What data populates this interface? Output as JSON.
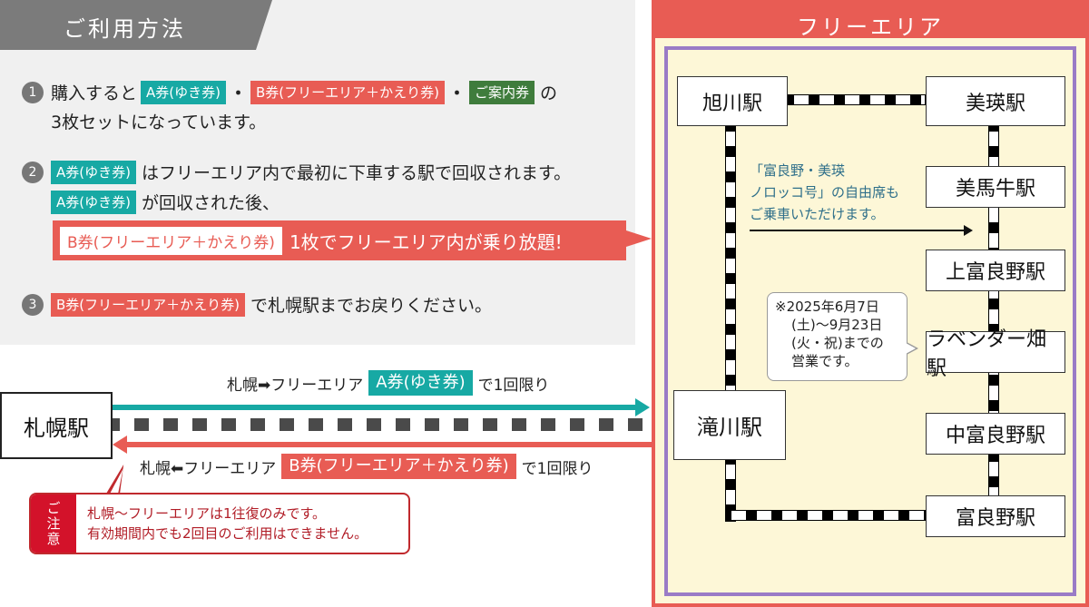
{
  "usage": {
    "title": "ご利用方法",
    "step1": {
      "num": "1",
      "prefix": "購入すると",
      "tag_a": "A券(ゆき券)",
      "sep1": "・",
      "tag_b": "B券(フリーエリア＋かえり券)",
      "sep2": "・",
      "tag_guide": "ご案内券",
      "suffix": "の",
      "line2": "3枚セットになっています。"
    },
    "step2": {
      "num": "2",
      "tag_a": "A券(ゆき券)",
      "text1": "はフリーエリア内で最初に下車する駅で回収されます。",
      "tag_a2": "A券(ゆき券)",
      "text2": "が回収された後、",
      "banner_tag": "B券(フリーエリア＋かえり券)",
      "banner_text": "1枚でフリーエリア内が乗り放題!"
    },
    "step3": {
      "num": "3",
      "tag_b": "B券(フリーエリア＋かえり券)",
      "text": "で札幌駅までお戻りください。"
    }
  },
  "route": {
    "sapporo_station": "札幌駅",
    "takikawa_station": "滝川駅",
    "outbound": {
      "prefix": "札幌➡フリーエリア",
      "tag": "A券(ゆき券)",
      "suffix": "で1回限り"
    },
    "return": {
      "prefix": "札幌⬅フリーエリア",
      "tag": "B券(フリーエリア＋かえり券)",
      "suffix": "で1回限り"
    },
    "caution": {
      "label": "ご注意",
      "line1": "札幌〜フリーエリアは1往復のみです。",
      "line2": "有効期間内でも2回目のご利用はできません。"
    }
  },
  "free_area": {
    "title": "フリーエリア",
    "stations": {
      "asahikawa": "旭川駅",
      "biei": "美瑛駅",
      "bibaushi": "美馬牛駅",
      "kamifurano": "上富良野駅",
      "lavender": "ラベンダー畑駅",
      "nakafurano": "中富良野駅",
      "furano": "富良野駅",
      "takikawa": "滝川駅"
    },
    "norokko_note": {
      "line1": "「富良野・美瑛",
      "line2": "ノロッコ号」の自由席も",
      "line3": "ご乗車いただけます。"
    },
    "period_note": {
      "line1": "※2025年6月7日",
      "line2": "(土)〜9月23日",
      "line3": "(火・祝)までの",
      "line4": "営業です。"
    }
  },
  "colors": {
    "teal": "#17a9a4",
    "coral": "#e85c54",
    "green": "#3f7c3c",
    "gray": "#7b7b7b",
    "cream": "#fdf7d7",
    "purple": "#9a7bc6",
    "caution_red": "#d3122a"
  }
}
